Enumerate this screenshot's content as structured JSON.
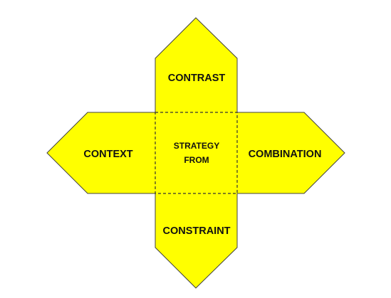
{
  "diagram": {
    "fill_color": "#ffff00",
    "outline_color": "#404040",
    "center": {
      "line1": "STRATEGY",
      "line2": "FROM"
    },
    "top": "CONTRAST",
    "left": "CONTEXT",
    "right": "COMBINATION",
    "bottom": "CONSTRAINT"
  }
}
